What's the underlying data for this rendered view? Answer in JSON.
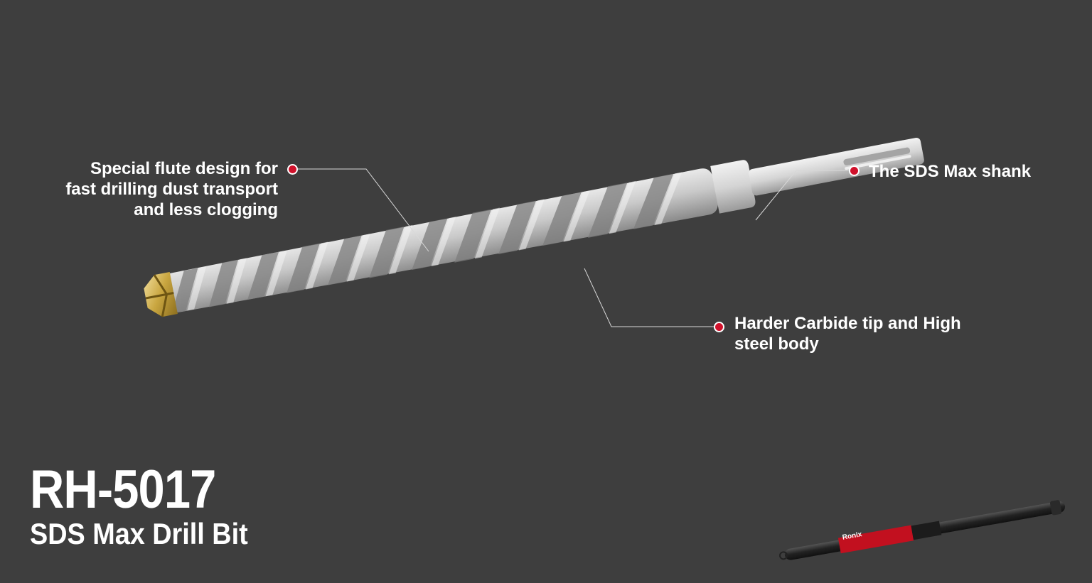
{
  "callouts": {
    "flute": "Special  flute design for\nfast drilling dust transport\nand less clogging",
    "shank": "The SDS Max shank",
    "carbide": "Harder Carbide tip and High\nsteel body"
  },
  "product": {
    "model": "RH-5017",
    "name": "SDS Max Drill Bit"
  },
  "package": {
    "brand": "Ronix"
  },
  "colors": {
    "background": "#3e3e3e",
    "accent_red": "#d0112b",
    "text": "#ffffff"
  }
}
